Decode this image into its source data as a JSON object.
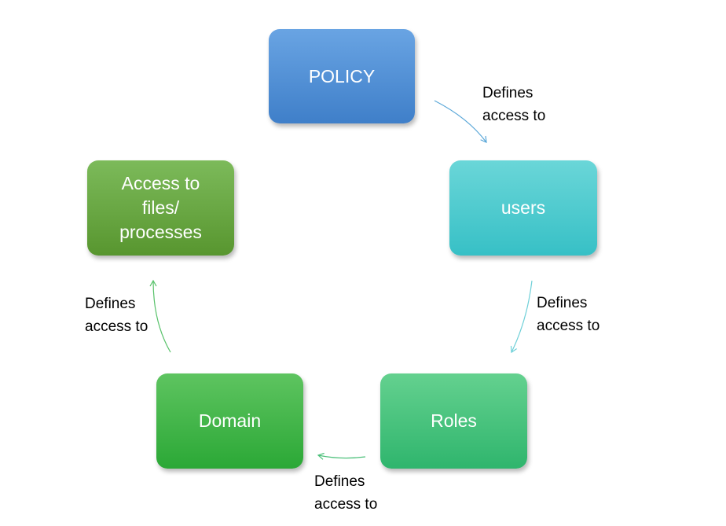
{
  "nodes": {
    "policy": "POLICY",
    "users": "users",
    "roles": "Roles",
    "domain": "Domain",
    "access": "Access to\nfiles/\nprocesses"
  },
  "edges": {
    "policy_to_users": "Defines\naccess to",
    "users_to_roles": "Defines\naccess to",
    "roles_to_domain": "Defines\naccess to",
    "domain_to_access": "Defines\naccess to"
  },
  "colors": {
    "policy": "#4a8bd4",
    "users": "#4ccdd0",
    "roles": "#44c47d",
    "domain": "#3db546",
    "access": "#6aa845",
    "arrow_blue": "#5aa7d8",
    "arrow_teal": "#6fd0d8",
    "arrow_green": "#4cc07a",
    "arrow_light_green": "#58c26a"
  }
}
